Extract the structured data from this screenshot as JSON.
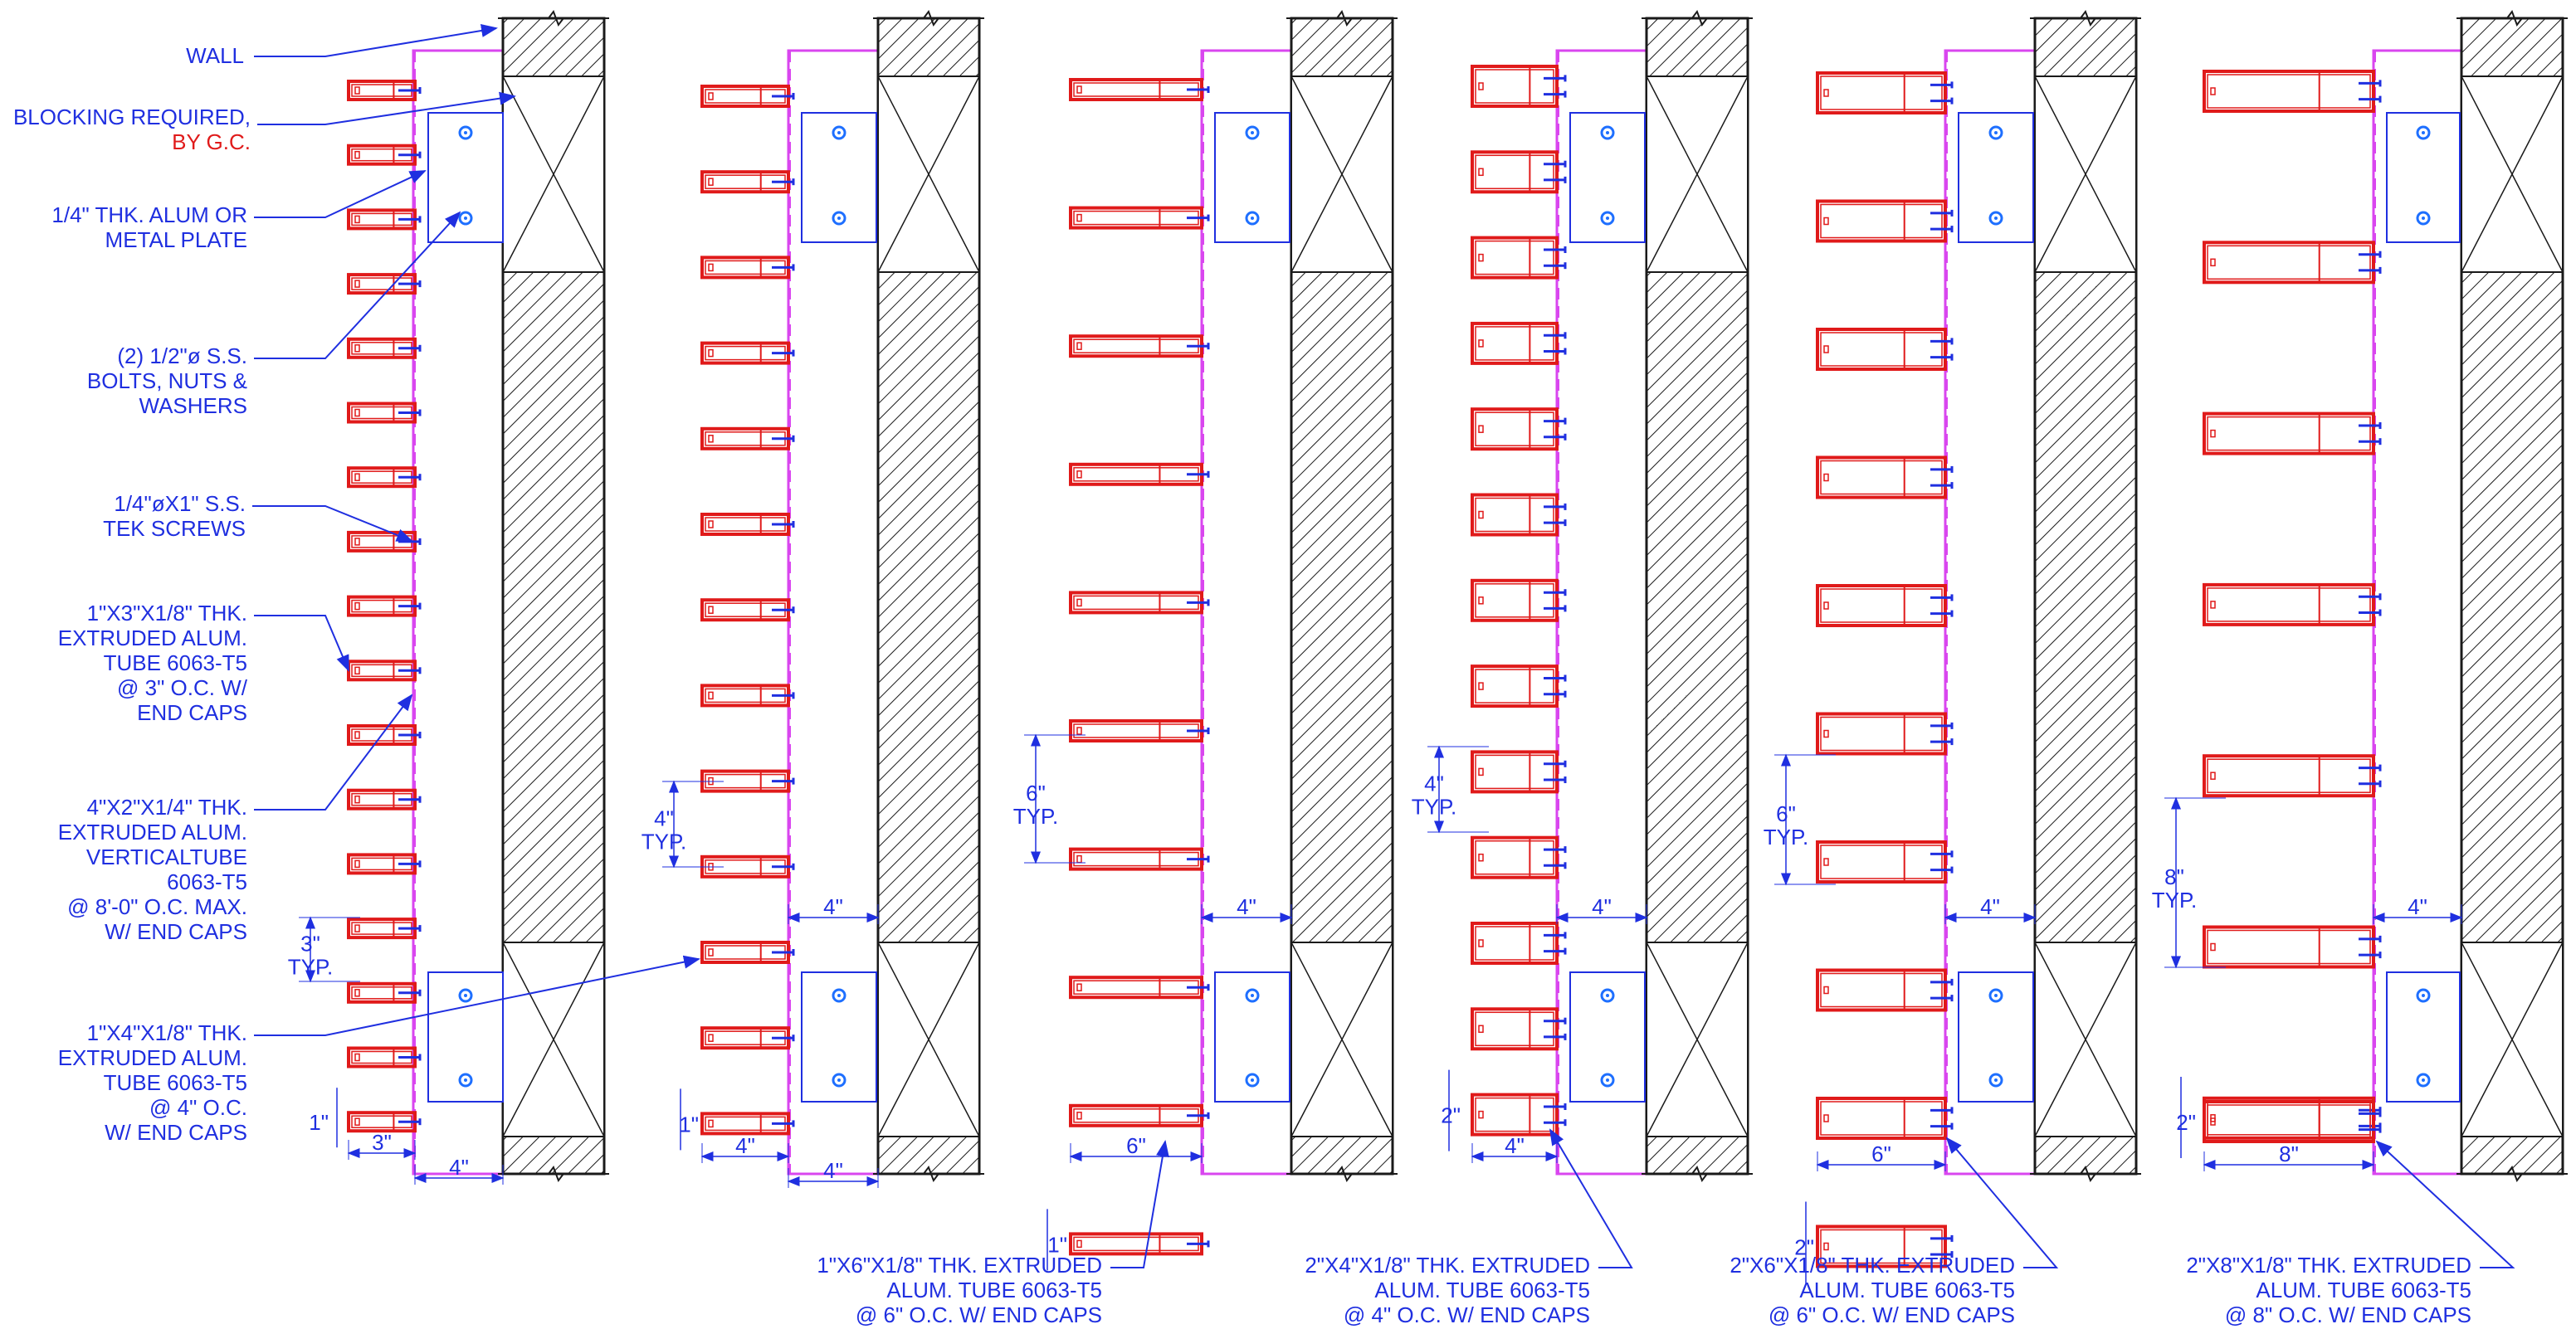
{
  "colors": {
    "blue": "#1f2fe0",
    "red": "#e01a1a",
    "magenta": "#d946ef",
    "dark": "#1a1a1a",
    "bolt": "#1e6fff",
    "white": "#ffffff"
  },
  "labels": {
    "wall": "WALL",
    "blocking_1": "BLOCKING REQUIRED,",
    "blocking_2": "BY G.C.",
    "plate_1": "1/4\" THK. ALUM OR",
    "plate_2": "METAL PLATE",
    "bolts_1": "(2) 1/2\"ø  S.S.",
    "bolts_2": "BOLTS, NUTS &",
    "bolts_3": "WASHERS",
    "tek_1": "1/4\"øX1\" S.S.",
    "tek_2": "TEK SCREWS",
    "tube13_1": "1\"X3\"X1/8\" THK.",
    "tube13_2": "EXTRUDED ALUM.",
    "tube13_3": "TUBE 6063-T5",
    "tube13_4": "@ 3\" O.C. W/",
    "tube13_5": "END CAPS",
    "vert_1": "4\"X2\"X1/4\" THK.",
    "vert_2": "EXTRUDED ALUM.",
    "vert_3": "VERTICALTUBE",
    "vert_4": "6063-T5",
    "vert_5": "@ 8'-0\" O.C. MAX.",
    "vert_6": "W/ END CAPS",
    "tube14_1": "1\"X4\"X1/8\" THK.",
    "tube14_2": "EXTRUDED ALUM.",
    "tube14_3": "TUBE 6063-T5",
    "tube14_4": "@ 4\" O.C.",
    "tube14_5": "W/ END CAPS",
    "tube16_1": "1\"X6\"X1/8\" THK. EXTRUDED",
    "tube16_2": "ALUM. TUBE 6063-T5",
    "tube16_3": "@ 6\" O.C. W/ END CAPS",
    "tube24_1": "2\"X4\"X1/8\" THK. EXTRUDED",
    "tube24_2": "ALUM. TUBE 6063-T5",
    "tube24_3": "@ 4\" O.C. W/ END CAPS",
    "tube26_1": "2\"X6\"X1/8\" THK. EXTRUDED",
    "tube26_2": "ALUM. TUBE 6063-T5",
    "tube26_3": "@ 6\" O.C. W/ END CAPS",
    "tube28_1": "2\"X8\"X1/8\" THK. EXTRUDED",
    "tube28_2": "ALUM. TUBE 6063-T5",
    "tube28_3": "@ 8\" O.C. W/ END CAPS"
  },
  "details": [
    {
      "id": "detail-1x3",
      "dims": {
        "spacing": "3\"",
        "typ": "TYP.",
        "depth": "1\"",
        "width": "3\"",
        "gap": "4\""
      }
    },
    {
      "id": "detail-1x4",
      "dims": {
        "spacing": "4\"",
        "typ": "TYP.",
        "depth": "1\"",
        "width": "4\"",
        "gap": "4\"",
        "gap_upper": "4\""
      }
    },
    {
      "id": "detail-1x6",
      "dims": {
        "spacing": "6\"",
        "typ": "TYP.",
        "depth": "1\"",
        "width": "6\"",
        "gap_upper": "4\""
      }
    },
    {
      "id": "detail-2x4",
      "dims": {
        "spacing": "4\"",
        "typ": "TYP.",
        "depth": "2\"",
        "width": "4\"",
        "gap_upper": "4\""
      }
    },
    {
      "id": "detail-2x6",
      "dims": {
        "spacing": "6\"",
        "typ": "TYP.",
        "depth": "2\"",
        "width": "6\"",
        "gap_upper": "4\""
      }
    },
    {
      "id": "detail-2x8",
      "dims": {
        "spacing": "8\"",
        "typ": "TYP.",
        "depth": "2\"",
        "width": "8\"",
        "gap_upper": "4\""
      }
    }
  ]
}
